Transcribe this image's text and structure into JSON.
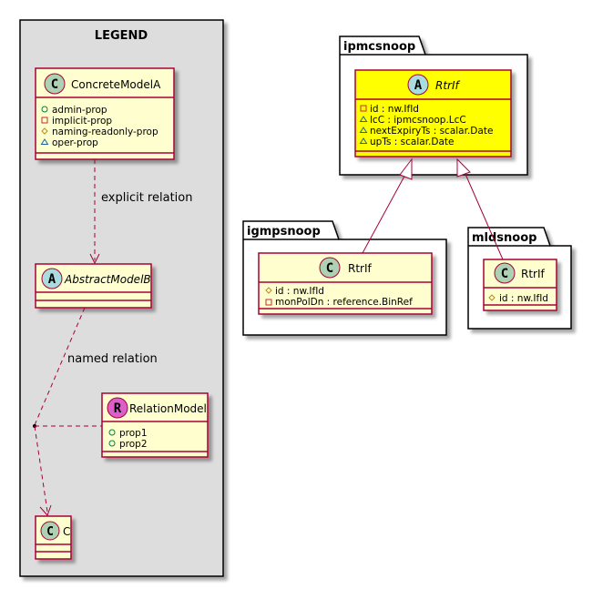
{
  "legend": {
    "title": "LEGEND",
    "concrete_class": {
      "stereotype": "C",
      "name": "ConcreteModelA",
      "props": [
        {
          "marker": "public",
          "text": "admin-prop"
        },
        {
          "marker": "private",
          "text": "implicit-prop"
        },
        {
          "marker": "protected",
          "text": "naming-readonly-prop"
        },
        {
          "marker": "package",
          "text": "oper-prop"
        }
      ]
    },
    "explicit_label": "explicit relation",
    "abstract_class": {
      "stereotype": "A",
      "name": "AbstractModelB"
    },
    "named_label": "named relation",
    "relation_class": {
      "stereotype": "R",
      "name": "RelationModel",
      "props": [
        {
          "marker": "public",
          "text": "prop1"
        },
        {
          "marker": "public",
          "text": "prop2"
        }
      ]
    },
    "target_class": {
      "stereotype": "C",
      "name": "C"
    }
  },
  "packages": {
    "ipmcsnoop": {
      "name": "ipmcsnoop",
      "class": {
        "stereotype": "A",
        "name": "RtrIf",
        "props": [
          {
            "marker": "private",
            "text": "id : nw.IfId"
          },
          {
            "marker": "package",
            "text": "lcC : ipmcsnoop.LcC"
          },
          {
            "marker": "package",
            "text": "nextExpiryTs : scalar.Date"
          },
          {
            "marker": "package",
            "text": "upTs : scalar.Date"
          }
        ]
      }
    },
    "igmpsnoop": {
      "name": "igmpsnoop",
      "class": {
        "stereotype": "C",
        "name": "RtrIf",
        "props": [
          {
            "marker": "protected",
            "text": "id : nw.IfId"
          },
          {
            "marker": "private",
            "text": "monPolDn : reference.BinRef"
          }
        ]
      }
    },
    "mldsnoop": {
      "name": "mldsnoop",
      "class": {
        "stereotype": "C",
        "name": "RtrIf",
        "props": [
          {
            "marker": "protected",
            "text": "id : nw.IfId"
          }
        ]
      }
    }
  },
  "colors": {
    "class_fill": "#FEFECE",
    "class_border": "#A80036",
    "highlight_fill": "#FFFF00",
    "legend_fill": "#DDDDDD",
    "stereotype_c": "#ADD1B2",
    "stereotype_a": "#A9DCDF",
    "stereotype_r": "#DB5FC9"
  }
}
